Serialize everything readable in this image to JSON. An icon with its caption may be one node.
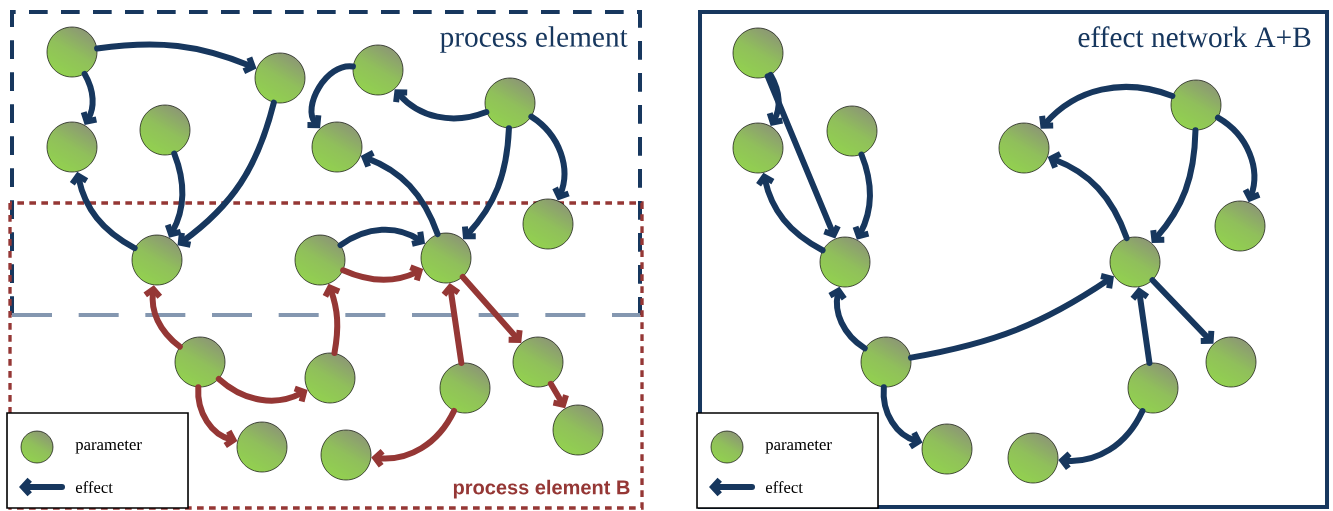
{
  "diagram": {
    "nodes": [
      {
        "text": [
          "process element"
        ]
      },
      {
        "text": [
          "process element B"
        ]
      },
      {
        "text": [
          "effect network A+B"
        ]
      },
      {
        "text": [],
        "shape": "circle",
        "in": 0
      },
      {
        "text": [],
        "shape": "circle",
        "in": 0
      },
      {
        "text": [],
        "shape": "circle",
        "in": 0
      },
      {
        "text": [],
        "shape": "circle",
        "in": 0
      },
      {
        "text": [],
        "shape": "circle",
        "in": 0
      },
      {
        "text": [],
        "shape": "circle",
        "in": 0
      },
      {
        "text": [],
        "shape": "circle",
        "in": 0
      },
      {
        "text": [],
        "shape": "circle"
      },
      {
        "text": [],
        "shape": "circle"
      },
      {
        "text": [],
        "shape": "circle"
      },
      {
        "text": [],
        "shape": "circle"
      },
      {
        "text": [],
        "shape": "circle",
        "in": 1
      },
      {
        "text": [],
        "shape": "circle",
        "in": 1
      },
      {
        "text": [],
        "shape": "circle",
        "in": 1
      },
      {
        "text": [],
        "shape": "circle",
        "in": 1
      },
      {
        "text": [],
        "shape": "circle",
        "in": 1
      },
      {
        "text": [],
        "shape": "circle",
        "in": 1
      },
      {
        "text": [],
        "shape": "circle",
        "in": 1
      },
      {
        "text": [],
        "shape": "circle",
        "in": 2
      },
      {
        "text": [],
        "shape": "circle",
        "in": 2
      },
      {
        "text": [],
        "shape": "circle",
        "in": 2
      },
      {
        "text": [],
        "shape": "circle",
        "in": 2
      },
      {
        "text": [],
        "shape": "circle",
        "in": 2
      },
      {
        "text": [],
        "shape": "circle",
        "in": 2
      },
      {
        "text": [],
        "shape": "circle",
        "in": 2
      },
      {
        "text": [],
        "shape": "circle",
        "in": 2
      },
      {
        "text": [],
        "shape": "circle",
        "in": 2
      },
      {
        "text": [],
        "shape": "circle",
        "in": 2
      },
      {
        "text": [],
        "shape": "circle",
        "in": 2
      },
      {
        "text": [],
        "shape": "circle",
        "in": 2
      },
      {
        "text": [],
        "shape": "circle",
        "in": 2
      }
    ],
    "edges": [
      {
        "from": 3,
        "to": 4,
        "arrow": "to"
      },
      {
        "from": 3,
        "to": 5,
        "arrow": "to"
      },
      {
        "from": 6,
        "to": 10,
        "arrow": "to"
      },
      {
        "from": 4,
        "to": 10,
        "arrow": "to"
      },
      {
        "from": 10,
        "to": 5,
        "arrow": "to"
      },
      {
        "from": 7,
        "to": 9,
        "arrow": "to"
      },
      {
        "from": 8,
        "to": 7,
        "arrow": "to"
      },
      {
        "from": 8,
        "to": 12,
        "arrow": "to"
      },
      {
        "from": 8,
        "to": 13,
        "arrow": "to"
      },
      {
        "from": 12,
        "to": 9,
        "arrow": "to"
      },
      {
        "from": 11,
        "to": 12,
        "arrow": "to"
      },
      {
        "from": 14,
        "to": 10,
        "arrow": "to",
        "color": "#953735"
      },
      {
        "from": 14,
        "to": 15,
        "arrow": "to",
        "color": "#953735"
      },
      {
        "from": 14,
        "to": 18,
        "arrow": "to",
        "color": "#953735"
      },
      {
        "from": 15,
        "to": 11,
        "arrow": "to",
        "color": "#953735"
      },
      {
        "from": 11,
        "to": 12,
        "arrow": "to",
        "color": "#953735"
      },
      {
        "from": 16,
        "to": 12,
        "arrow": "to",
        "color": "#953735"
      },
      {
        "from": 16,
        "to": 19,
        "arrow": "to",
        "color": "#953735"
      },
      {
        "from": 12,
        "to": 17,
        "arrow": "to",
        "color": "#953735"
      },
      {
        "from": 17,
        "to": 20,
        "arrow": "to",
        "color": "#953735"
      },
      {
        "from": 21,
        "to": 22,
        "arrow": "to"
      },
      {
        "from": 21,
        "to": 27,
        "arrow": "to"
      },
      {
        "from": 23,
        "to": 27,
        "arrow": "to"
      },
      {
        "from": 27,
        "to": 22,
        "arrow": "to"
      },
      {
        "from": 25,
        "to": 24,
        "arrow": "to"
      },
      {
        "from": 25,
        "to": 28,
        "arrow": "to"
      },
      {
        "from": 25,
        "to": 26,
        "arrow": "to"
      },
      {
        "from": 28,
        "to": 24,
        "arrow": "to"
      },
      {
        "from": 29,
        "to": 27,
        "arrow": "to"
      },
      {
        "from": 29,
        "to": 28,
        "arrow": "to"
      },
      {
        "from": 29,
        "to": 32,
        "arrow": "to"
      },
      {
        "from": 31,
        "to": 28,
        "arrow": "to"
      },
      {
        "from": 31,
        "to": 33,
        "arrow": "to"
      },
      {
        "from": 28,
        "to": 30,
        "arrow": "to"
      }
    ],
    "legend": [
      {
        "text": "parameter"
      },
      {
        "text": "effect"
      },
      {
        "text": "parameter"
      },
      {
        "text": "effect"
      }
    ]
  }
}
